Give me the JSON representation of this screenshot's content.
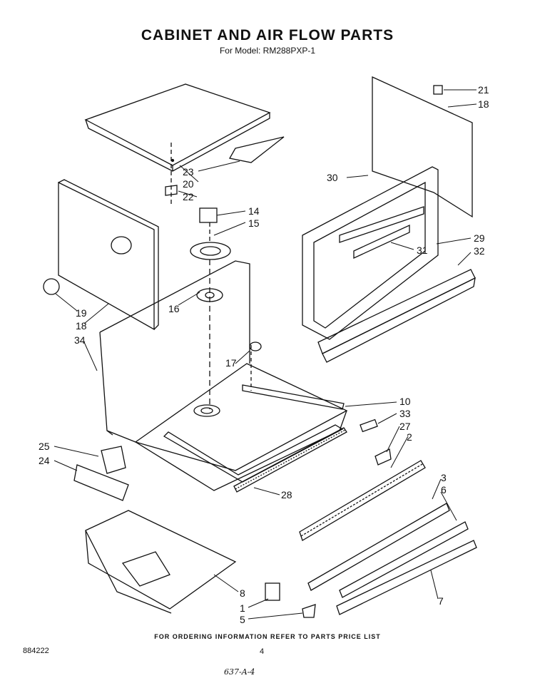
{
  "title": "CABINET AND AIR FLOW PARTS",
  "subtitle": "For Model: RM288PXP-1",
  "footer_note": "FOR ORDERING INFORMATION REFER TO PARTS PRICE LIST",
  "doc_number": "884222",
  "page_number": "4",
  "handwritten_code": "637-A-4",
  "labels": {
    "p21": "21",
    "p18a": "18",
    "p30": "30",
    "p23": "23",
    "p20": "20",
    "p22": "22",
    "p14": "14",
    "p15": "15",
    "p29": "29",
    "p32": "32",
    "p31": "31",
    "p16": "16",
    "p19": "19",
    "p18b": "18",
    "p34": "34",
    "p17": "17",
    "p10": "10",
    "p33": "33",
    "p27": "27",
    "p2": "2",
    "p25": "25",
    "p24": "24",
    "p28": "28",
    "p3": "3",
    "p6": "6",
    "p8": "8",
    "p1": "1",
    "p5": "5",
    "p7": "7"
  }
}
